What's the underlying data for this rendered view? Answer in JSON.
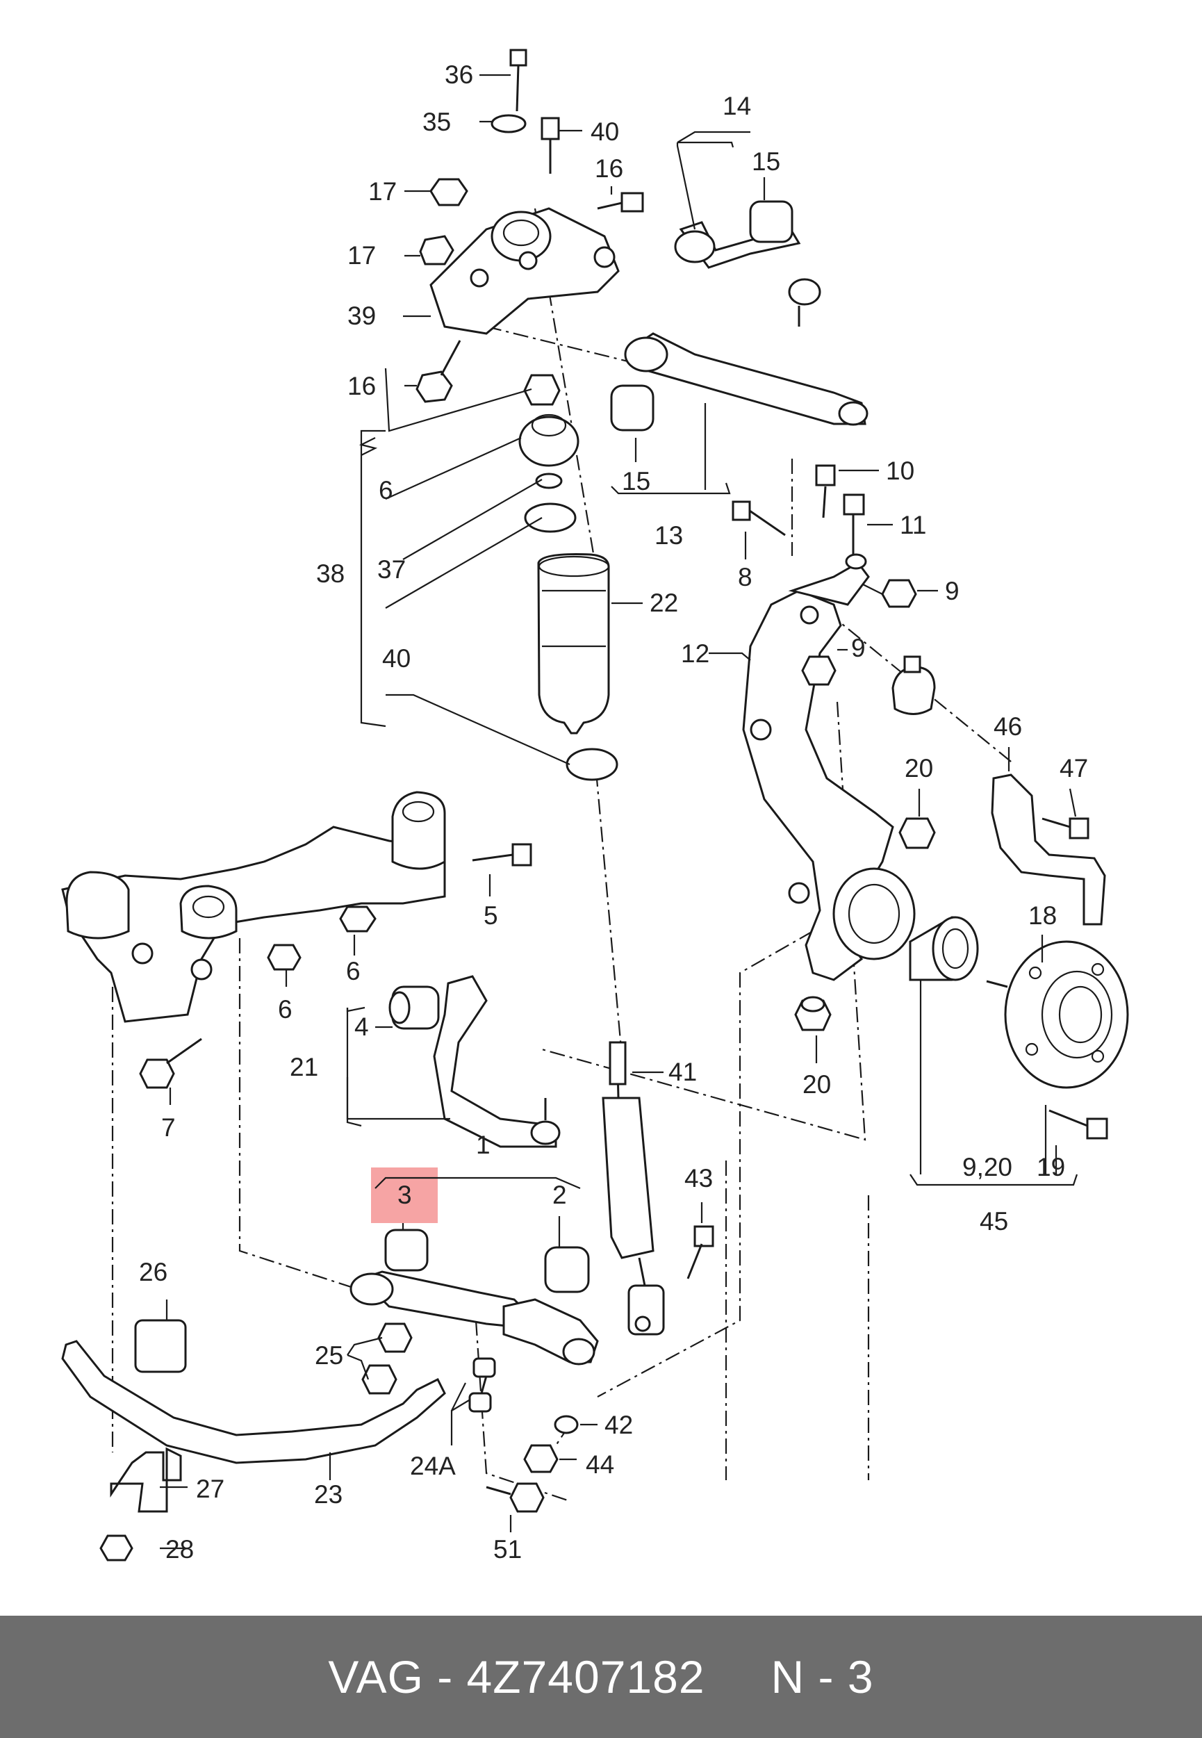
{
  "diagram": {
    "callouts": [
      {
        "id": "c36",
        "text": "36"
      },
      {
        "id": "c35",
        "text": "35"
      },
      {
        "id": "c40a",
        "text": "40"
      },
      {
        "id": "c14",
        "text": "14"
      },
      {
        "id": "c15a",
        "text": "15"
      },
      {
        "id": "c17a",
        "text": "17"
      },
      {
        "id": "c16a",
        "text": "16"
      },
      {
        "id": "c17b",
        "text": "17"
      },
      {
        "id": "c39",
        "text": "39"
      },
      {
        "id": "c16b",
        "text": "16"
      },
      {
        "id": "c15b",
        "text": "15"
      },
      {
        "id": "c10",
        "text": "10"
      },
      {
        "id": "c13",
        "text": "13"
      },
      {
        "id": "c11",
        "text": "11"
      },
      {
        "id": "c6a",
        "text": "6"
      },
      {
        "id": "c8",
        "text": "8"
      },
      {
        "id": "c38",
        "text": "38"
      },
      {
        "id": "c37",
        "text": "37"
      },
      {
        "id": "c9a",
        "text": "9"
      },
      {
        "id": "c22",
        "text": "22"
      },
      {
        "id": "c12",
        "text": "12"
      },
      {
        "id": "c40b",
        "text": "40"
      },
      {
        "id": "c9b",
        "text": "9"
      },
      {
        "id": "c46",
        "text": "46"
      },
      {
        "id": "c47",
        "text": "47"
      },
      {
        "id": "c20a",
        "text": "20"
      },
      {
        "id": "c5",
        "text": "5"
      },
      {
        "id": "c18",
        "text": "18"
      },
      {
        "id": "c6b",
        "text": "6"
      },
      {
        "id": "c6c",
        "text": "6"
      },
      {
        "id": "c4",
        "text": "4"
      },
      {
        "id": "c21",
        "text": "21"
      },
      {
        "id": "c41",
        "text": "41"
      },
      {
        "id": "c20b",
        "text": "20"
      },
      {
        "id": "c7",
        "text": "7"
      },
      {
        "id": "c1",
        "text": "1"
      },
      {
        "id": "c3",
        "text": "3"
      },
      {
        "id": "c2",
        "text": "2"
      },
      {
        "id": "c43",
        "text": "43"
      },
      {
        "id": "c920",
        "text": "9,20"
      },
      {
        "id": "c19",
        "text": "19"
      },
      {
        "id": "c45",
        "text": "45"
      },
      {
        "id": "c26",
        "text": "26"
      },
      {
        "id": "c25",
        "text": "25"
      },
      {
        "id": "c42",
        "text": "42"
      },
      {
        "id": "c24a",
        "text": "24A"
      },
      {
        "id": "c44",
        "text": "44"
      },
      {
        "id": "c27",
        "text": "27"
      },
      {
        "id": "c23",
        "text": "23"
      },
      {
        "id": "c28",
        "text": "28"
      },
      {
        "id": "c51",
        "text": "51"
      }
    ],
    "highlighted_callout": "3",
    "highlight_color": "#ee5a5a"
  },
  "footer": {
    "brand_part": "VAG - 4Z7407182",
    "position": "N - 3",
    "background": "#6d6d6d",
    "text_color": "#ffffff"
  }
}
